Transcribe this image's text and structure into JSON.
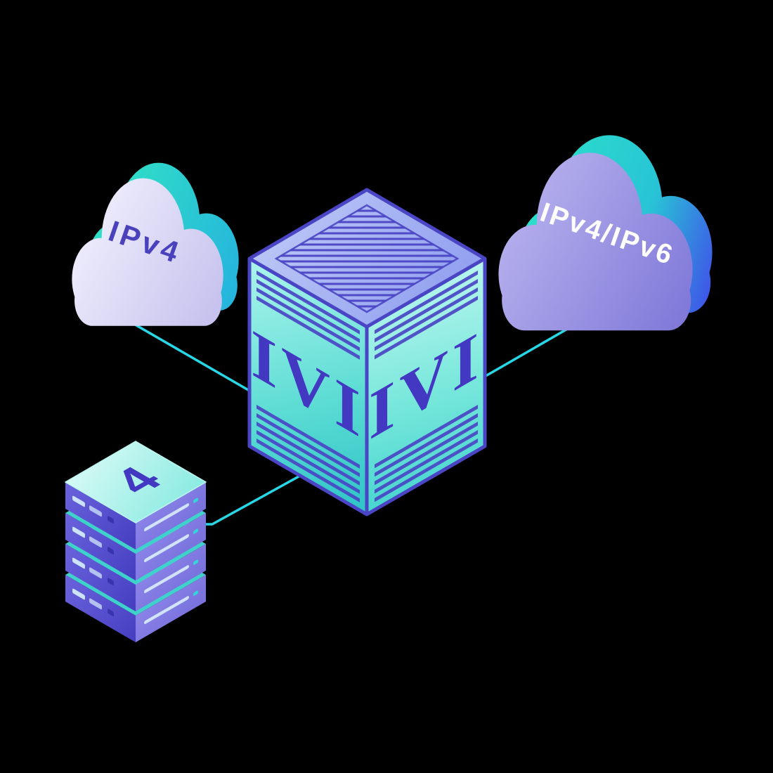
{
  "illustration": {
    "labels": {
      "left_cloud": "IPv4",
      "right_cloud": "IPv4/IPv6",
      "ivi_box_left": "IVI",
      "ivi_box_right": "IVI",
      "rack_top": "4"
    },
    "colors": {
      "background": "#000000",
      "connector": "#27d7e6",
      "edge_indigo": "#4a45c4",
      "letter_indigo": "#4238c2",
      "cloud_text_dark": "#4a41bd",
      "cloud_text_light": "#ffffff",
      "teal_accent": "#2cdfc6",
      "face_teal_light": "#aef4ec",
      "face_teal_deep": "#32c9c8",
      "cloud_left_fill": "#d9d5f3",
      "cloud_right_fill": "#9790e2",
      "rack_face_left": "#4a43c4",
      "rack_face_right": "#7d76e2",
      "rack_top_fill": "#9defe6"
    }
  }
}
